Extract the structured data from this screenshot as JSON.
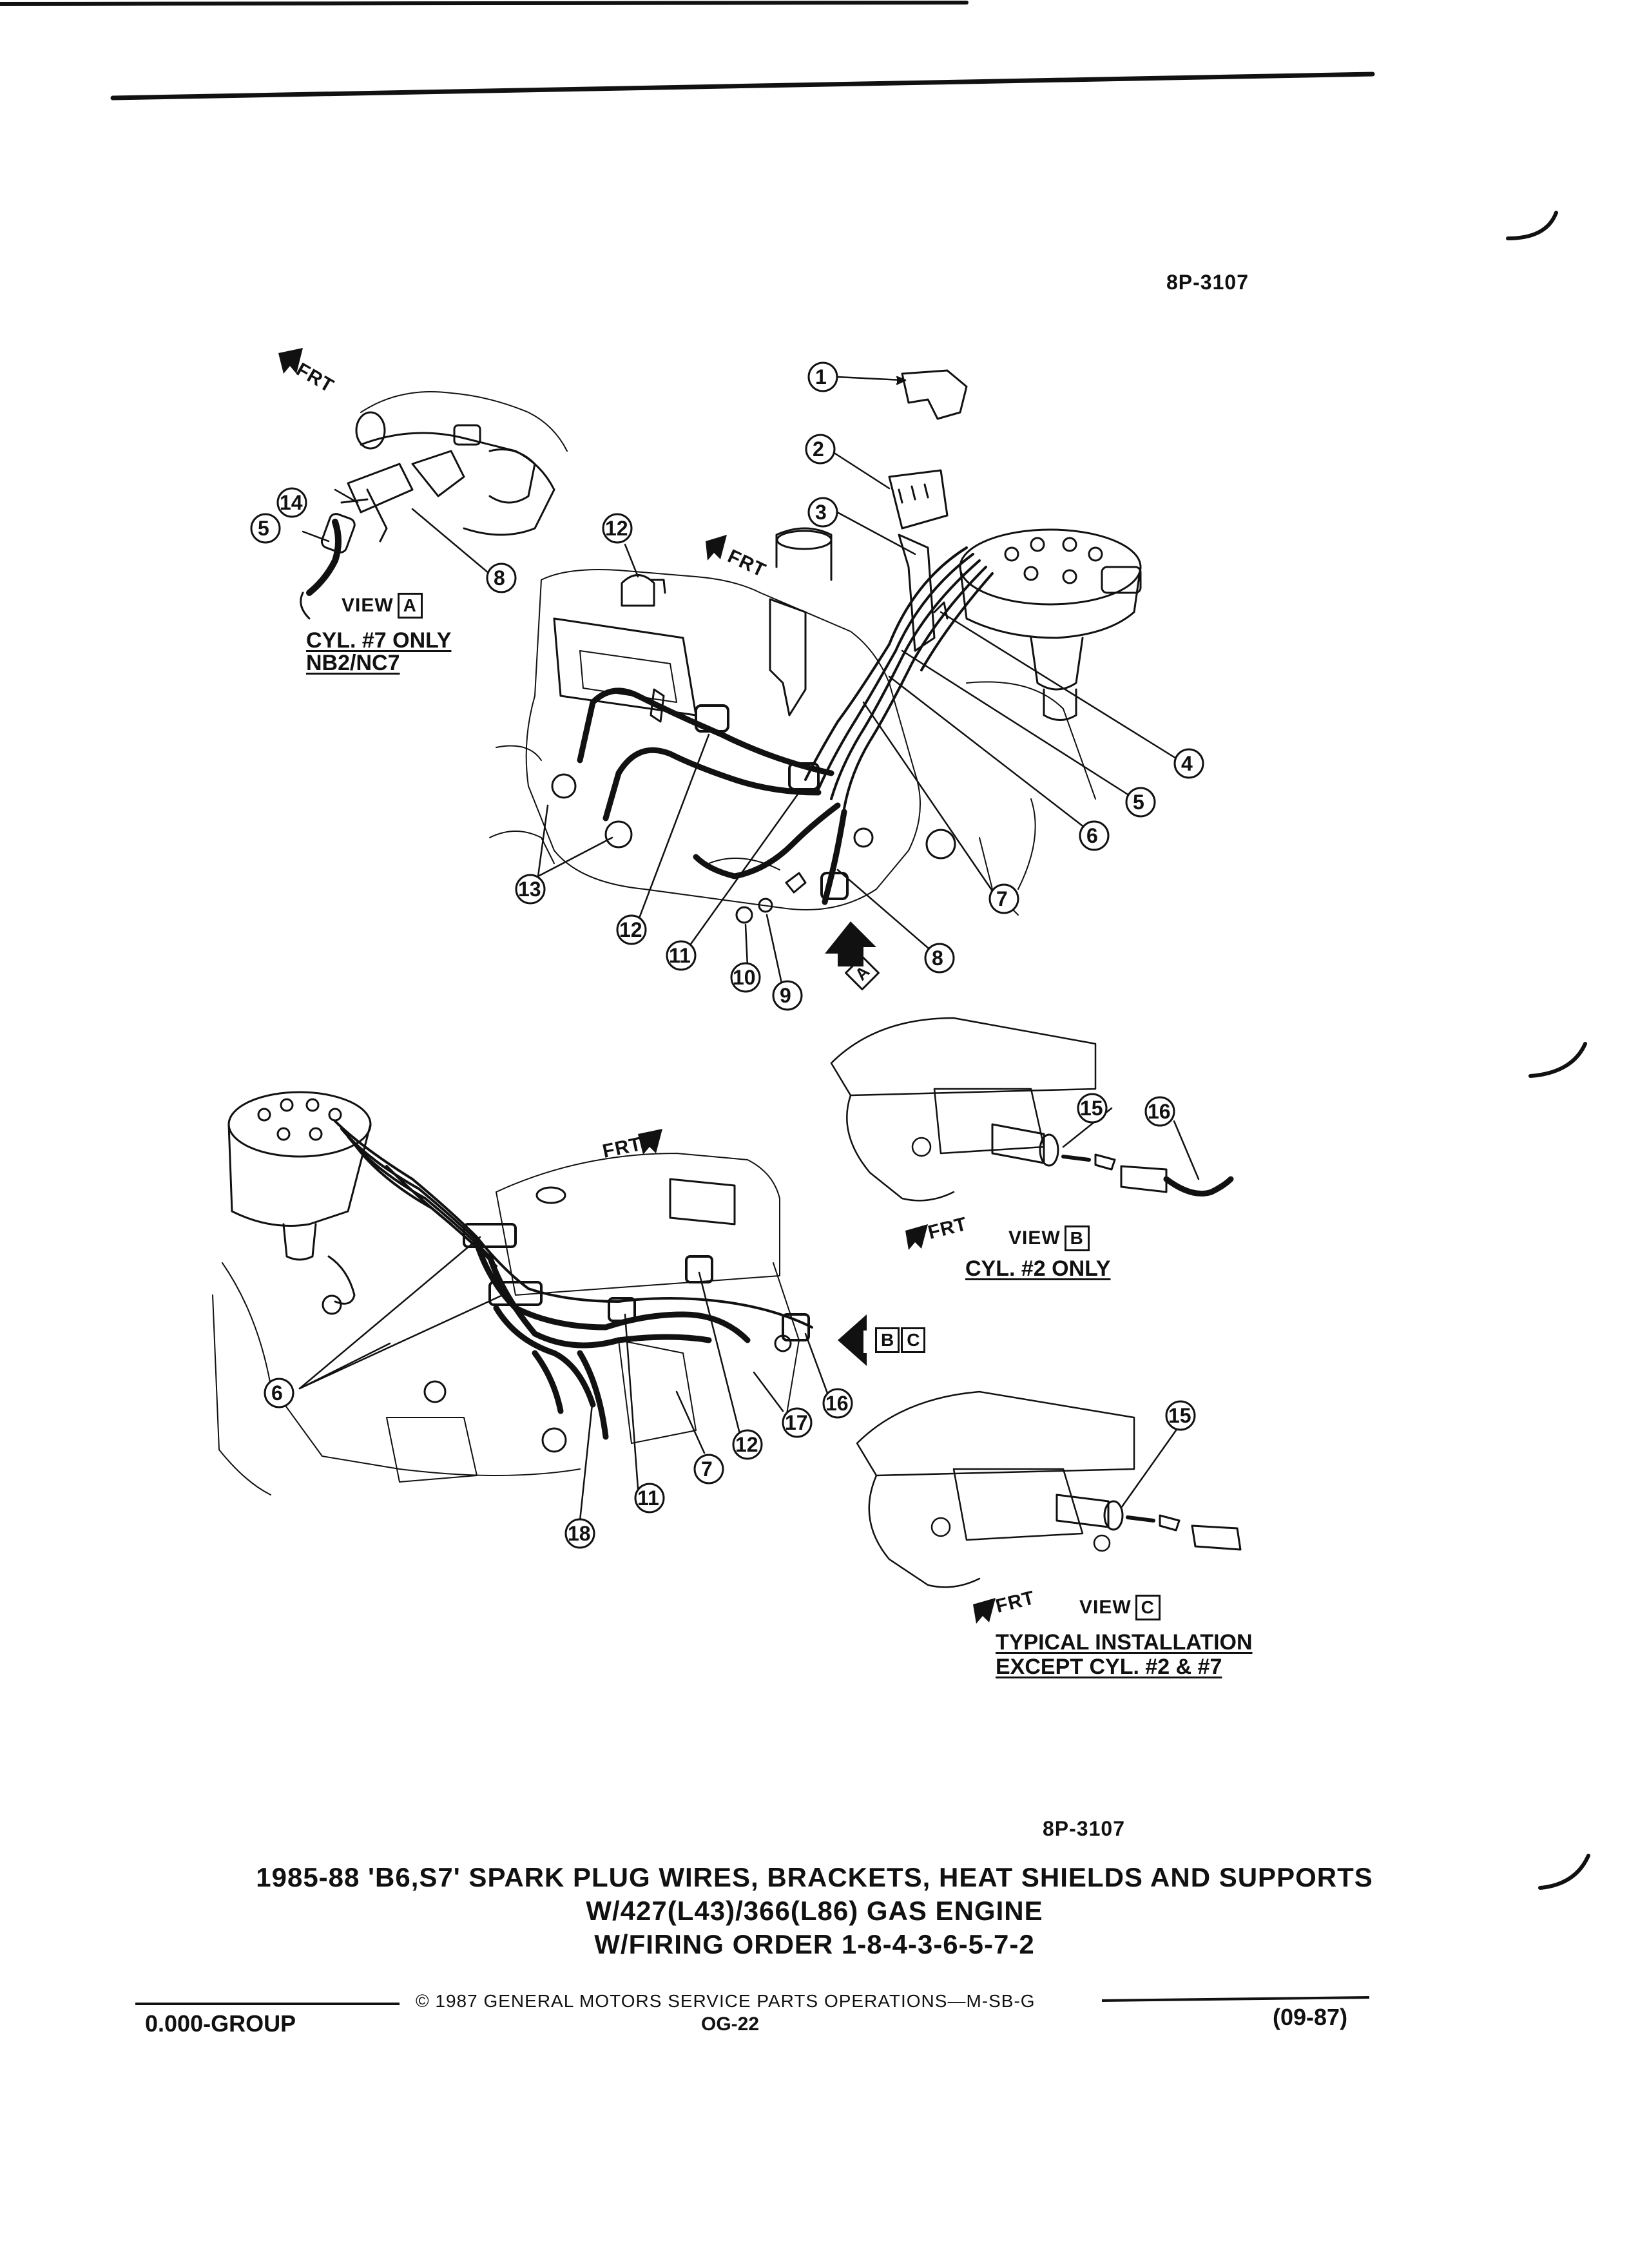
{
  "page": {
    "ref_top": "8P-3107",
    "ref_bottom": "8P-3107",
    "title_lines": [
      "1985-88 'B6,S7' SPARK PLUG WIRES, BRACKETS, HEAT SHIELDS AND SUPPORTS",
      "W/427(L43)/366(L86) GAS ENGINE",
      "W/FIRING ORDER 1-8-4-3-6-5-7-2"
    ],
    "footer": {
      "group": "0.000-GROUP",
      "copyright": "© 1987 GENERAL MOTORS SERVICE PARTS OPERATIONS—M-SB-G",
      "page_code": "OG-22",
      "date": "(09-87)"
    }
  },
  "views": {
    "a": {
      "label": "VIEW",
      "letter": "A",
      "caption_1": "CYL. #7 ONLY",
      "caption_2": "NB2/NC7"
    },
    "b": {
      "label": "VIEW",
      "letter": "B",
      "caption_1": "CYL. #2 ONLY"
    },
    "c": {
      "label": "VIEW",
      "letter": "C",
      "caption_1": "TYPICAL INSTALLATION",
      "caption_2": "EXCEPT CYL. #2 & #7"
    }
  },
  "frt_label": "FRT",
  "arrow_tags": {
    "upper": "A",
    "lower_1": "B",
    "lower_2": "C"
  },
  "callouts": {
    "c1": "1",
    "c2": "2",
    "c3": "3",
    "c4": "4",
    "c5": "5",
    "c6": "6",
    "c7": "7",
    "c8": "8",
    "c9": "9",
    "c10": "10",
    "c11": "11",
    "c12": "12",
    "c13": "13",
    "c14": "14",
    "c15": "15",
    "c16": "16",
    "c17": "17",
    "c18": "18"
  }
}
